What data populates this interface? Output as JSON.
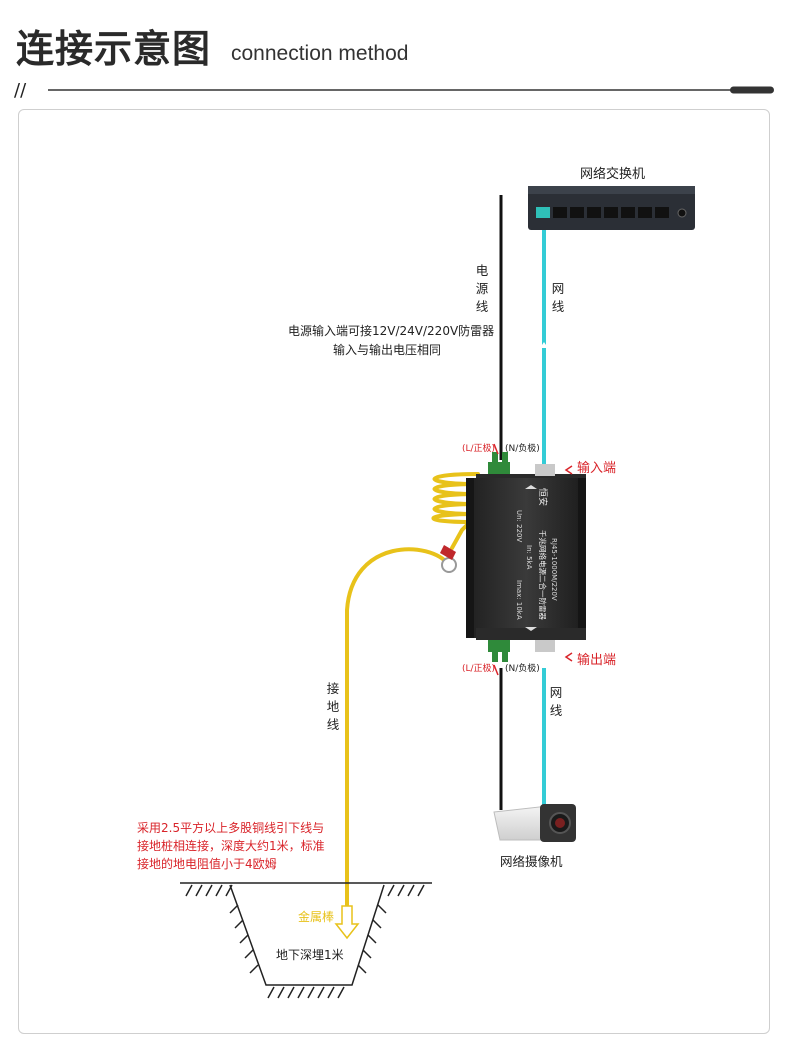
{
  "header": {
    "title_cn": "连接示意图",
    "title_en": "connection method",
    "rule_marker": "//"
  },
  "labels": {
    "switch": "网络交换机",
    "power_line": "电源线",
    "net_line_top": "网线",
    "power_note_1": "电源输入端可接12V/24V/220V防雷器",
    "power_note_2": "输入与输出电压相同",
    "top_l": "(L/正极)",
    "top_n": "(N/负极)",
    "input_end": "输入端",
    "output_end": "输出端",
    "bottom_l": "(L/正极)",
    "bottom_n": "(N/负极)",
    "ground_line": "接地线",
    "net_line_bottom": "网线",
    "camera": "网络摄像机",
    "ground_note_1": "采用2.5平方以上多股铜线引下线与",
    "ground_note_2": "接地桩相连接，深度大约1米，标准",
    "ground_note_3": "接地的地电阻值小于4欧姆",
    "ground_rod": "金属棒",
    "buried_depth": "地下深埋1米"
  },
  "device": {
    "brand": "恒安",
    "product_name": "千兆网络电源二合一防雷器",
    "spec_1": "Un: 220V",
    "spec_2": "In: 5kA",
    "spec_3": "Imax: 10kA",
    "model": "RJ45-1000M/220V"
  },
  "colors": {
    "net_cable": "#33ccd6",
    "power_cable": "#111111",
    "ground_cable": "#e8c21a",
    "accent_red": "#d9242a",
    "device_body": "#2e2e2e",
    "terminal_green": "#2f8a3a",
    "ground_rod": "#e8c21a"
  }
}
